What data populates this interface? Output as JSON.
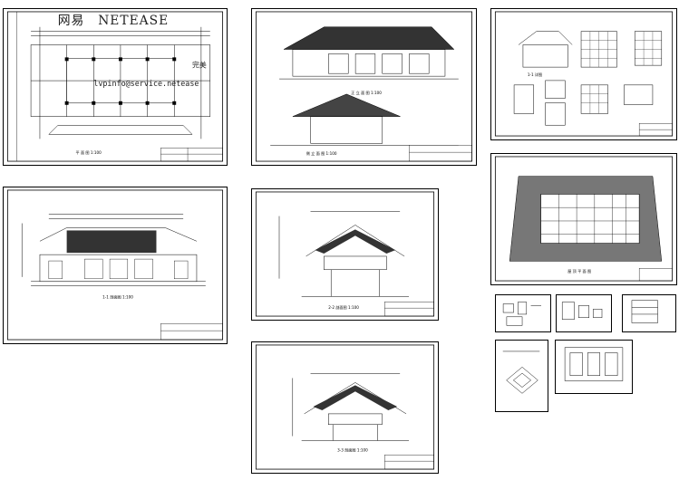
{
  "drawing_set": {
    "sheets": [
      {
        "id": "floor-plan",
        "caption": "平 面 图 1:100"
      },
      {
        "id": "elevation",
        "caption": "正 立 面 图 1:100",
        "caption2": "侧 立 面 图 1:100"
      },
      {
        "id": "details-top",
        "caption": "1-1 详图"
      },
      {
        "id": "long-section",
        "caption": "1-1 剖面图 1:100"
      },
      {
        "id": "section-2",
        "caption": "2-2 剖面图 1:100"
      },
      {
        "id": "roof-plan",
        "caption": "屋 顶 平 面 图"
      },
      {
        "id": "section-3",
        "caption": "3-3 剖面图 1:100"
      },
      {
        "id": "detail-a",
        "caption": ""
      },
      {
        "id": "detail-b",
        "caption": ""
      },
      {
        "id": "detail-c",
        "caption": ""
      },
      {
        "id": "detail-d",
        "caption": ""
      },
      {
        "id": "detail-e",
        "caption": ""
      }
    ],
    "watermark": {
      "brand_cn": "网易",
      "brand_en": "NETEASE",
      "email": "lvpinfo@service.netease",
      "slogan": "完美"
    }
  },
  "colors": {
    "line": "#000000",
    "paper": "#ffffff",
    "watermark": "#222222"
  }
}
